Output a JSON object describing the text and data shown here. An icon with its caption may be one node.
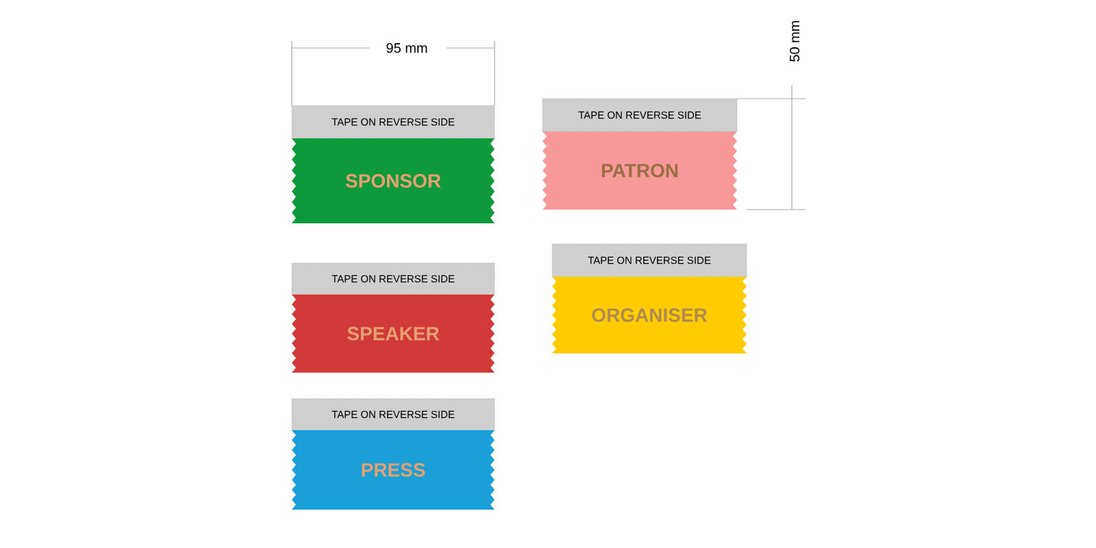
{
  "diagram": {
    "nodes": [
      {
        "text": [
          "TAPE ON REVERSE SIDE",
          "SPONSOR"
        ]
      },
      {
        "text": [
          "TAPE ON REVERSE SIDE",
          "PATRON"
        ]
      },
      {
        "text": [
          "TAPE ON REVERSE SIDE",
          "SPEAKER"
        ]
      },
      {
        "text": [
          "TAPE ON REVERSE SIDE",
          "ORGANISER"
        ]
      },
      {
        "text": [
          "TAPE ON REVERSE SIDE",
          "PRESS"
        ]
      }
    ],
    "labels": [
      "95 mm",
      "50 mm"
    ]
  }
}
